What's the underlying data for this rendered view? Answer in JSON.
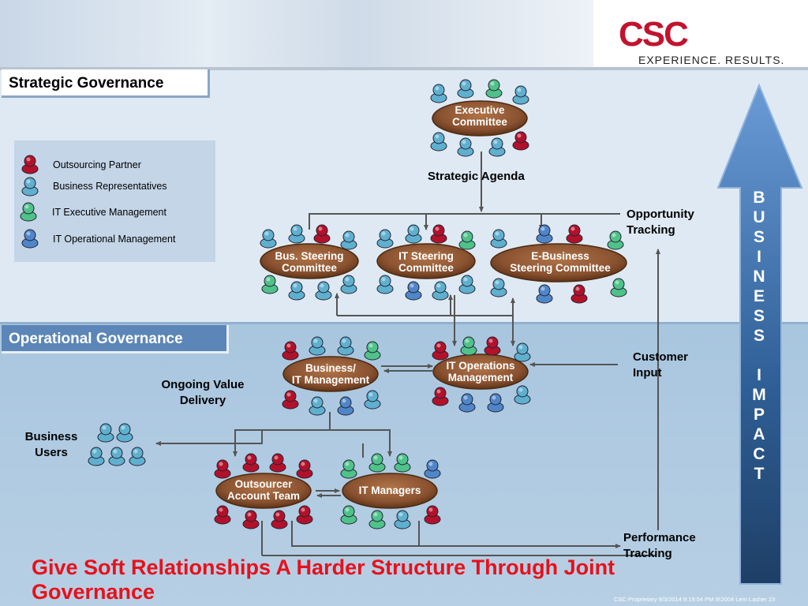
{
  "header": {
    "logo_text": "CSC",
    "tagline": "EXPERIENCE. RESULTS."
  },
  "sections": {
    "strategic": "Strategic Governance",
    "operational": "Operational Governance"
  },
  "legend": [
    {
      "label": "Outsourcing Partner",
      "color": "#b3112a"
    },
    {
      "label": "Business Representatives",
      "color": "#5fb0cf"
    },
    {
      "label": "IT Executive Management",
      "color": "#4fc28a"
    },
    {
      "label": "IT Operational Management",
      "color": "#4f86c9"
    }
  ],
  "committees": {
    "executive": [
      "Executive",
      "Committee"
    ],
    "bus_steering": [
      "Bus. Steering",
      "Committee"
    ],
    "it_steering": [
      "IT Steering",
      "Committee"
    ],
    "ebusiness": [
      "E-Business",
      "Steering Committee"
    ],
    "business_it": [
      "Business/",
      "IT Management"
    ],
    "it_operations": [
      "IT Operations",
      "Management"
    ],
    "outsourcer": [
      "Outsourcer",
      "Account Team"
    ],
    "it_managers": [
      "IT Managers"
    ]
  },
  "labels": {
    "strategic_agenda": "Strategic Agenda",
    "opportunity": [
      "Opportunity",
      "Tracking"
    ],
    "customer": [
      "Customer",
      "Input"
    ],
    "performance": [
      "Performance",
      "Tracking"
    ],
    "ongoing": [
      "Ongoing Value",
      "Delivery"
    ],
    "business_users": [
      "Business",
      "Users"
    ]
  },
  "impact": [
    "B",
    "U",
    "S",
    "I",
    "N",
    "E",
    "S",
    "S",
    "",
    "I",
    "M",
    "P",
    "A",
    "C",
    "T"
  ],
  "title": "Give Soft Relationships A Harder Structure Through Joint Governance",
  "footer": "CSC Proprietary 9/3/2014 9:19:54 PM IE2004 Lem Lasher  23",
  "colors": {
    "partner": "#b3112a",
    "business": "#5fb0cf",
    "it_exec": "#4fc28a",
    "it_ops": "#4f86c9",
    "oval": "#8a5230",
    "arrow_fill": "#4e82c0",
    "title": "#e8101a"
  }
}
